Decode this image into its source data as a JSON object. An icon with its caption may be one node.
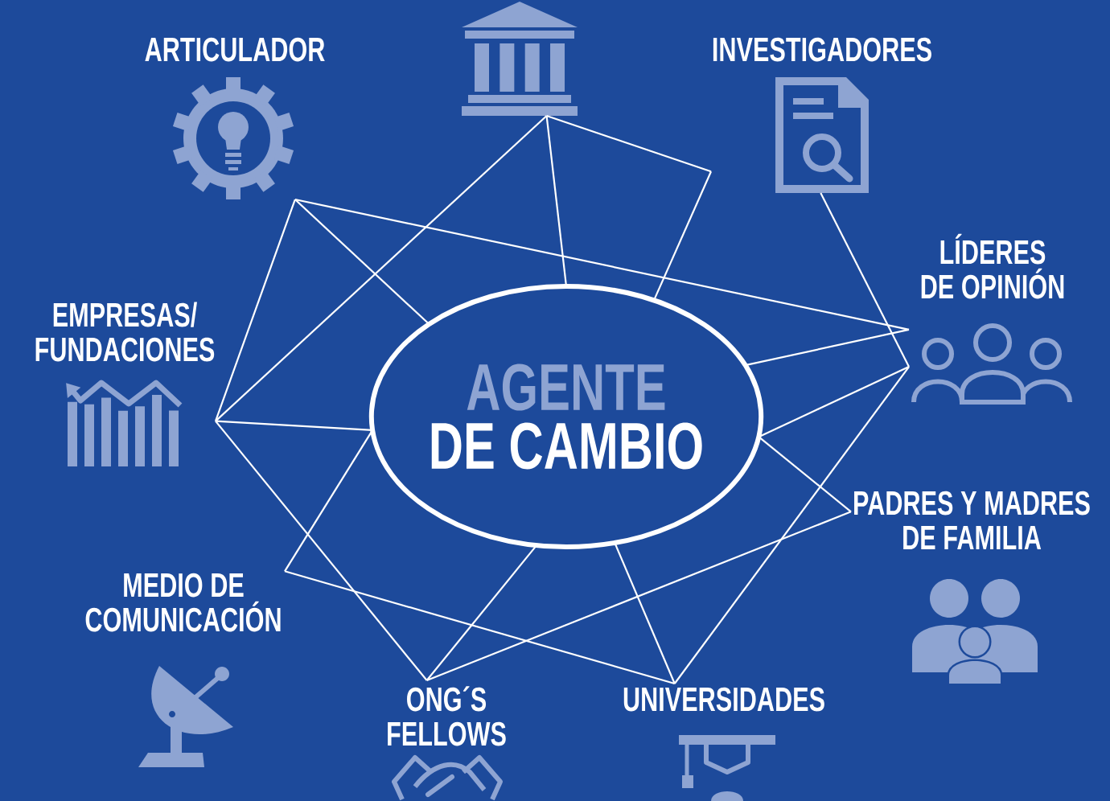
{
  "diagram": {
    "nodes": [
      {
        "text": [
          "ARTICULADOR"
        ]
      },
      {
        "text": [],
        "shape": "picture"
      },
      {
        "text": [
          "INVESTIGADORES"
        ]
      },
      {
        "text": [
          "LÍDERES DE OPINIÓN"
        ]
      },
      {
        "text": [
          "EMPRESAS/ FUNDACIONES"
        ]
      },
      {
        "text": [
          "AGENTE",
          "DE CAMBIO"
        ]
      },
      {
        "text": [
          "PADRES Y MADRES DE FAMILIA"
        ]
      },
      {
        "text": [
          "MEDIO DE COMUNICACIÓN"
        ]
      },
      {
        "text": [
          "ONG´S FELLOWS"
        ]
      },
      {
        "text": [
          "UNIVERSIDADES"
        ]
      }
    ],
    "edges": [
      {
        "from": 0,
        "to": 4,
        "arrow": "none"
      },
      {
        "from": 0,
        "to": 5,
        "arrow": "none"
      },
      {
        "from": 0,
        "to": 3,
        "arrow": "none"
      },
      {
        "from": 1,
        "to": 4,
        "arrow": "none"
      },
      {
        "from": 1,
        "to": 5,
        "arrow": "none"
      },
      {
        "from": 1,
        "to": 2,
        "arrow": "none"
      },
      {
        "from": 2,
        "to": 5,
        "arrow": "none"
      },
      {
        "from": 2,
        "to": 3,
        "arrow": "none"
      },
      {
        "from": 3,
        "to": 5,
        "arrow": "none"
      },
      {
        "from": 3,
        "to": 5,
        "arrow": "none"
      },
      {
        "from": 3,
        "to": 9,
        "arrow": "none"
      },
      {
        "from": 5,
        "to": 6,
        "arrow": "none"
      },
      {
        "from": 6,
        "to": 8,
        "arrow": "none"
      },
      {
        "from": 5,
        "to": 9,
        "arrow": "none"
      },
      {
        "from": 7,
        "to": 9,
        "arrow": "none"
      },
      {
        "from": 7,
        "to": 5,
        "arrow": "none"
      },
      {
        "from": 4,
        "to": 5,
        "arrow": "none"
      },
      {
        "from": 4,
        "to": 8,
        "arrow": "none"
      },
      {
        "from": 8,
        "to": 5,
        "arrow": "none"
      }
    ]
  }
}
